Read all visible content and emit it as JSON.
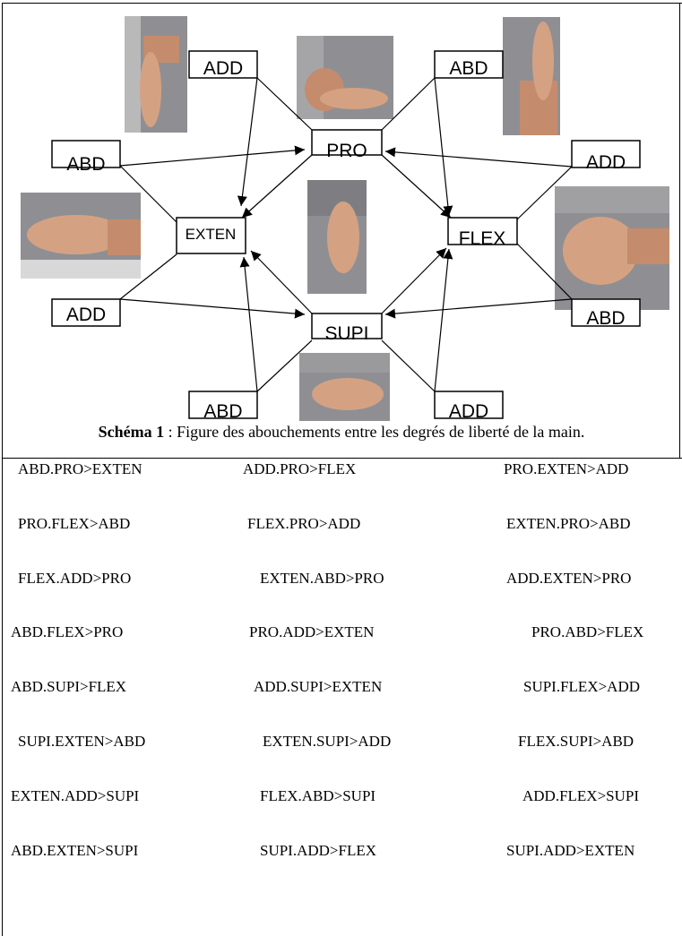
{
  "diagram": {
    "nodes": {
      "add_top_left": "ADD",
      "abd_top_right": "ABD",
      "pro": "PRO",
      "abd_mid_left": "ABD",
      "add_mid_right": "ADD",
      "exten": "EXTEN",
      "flex": "FLEX",
      "add_low_left": "ADD",
      "abd_low_right": "ABD",
      "supi": "SUPI",
      "abd_bottom_left": "ABD",
      "add_bottom_right": "ADD"
    },
    "photos": [
      "hand-adduction-photo",
      "hand-pronation-photo",
      "hand-abduction-photo",
      "hand-extension-photo",
      "hand-neutral-photo",
      "hand-flexion-photo",
      "hand-supination-photo"
    ]
  },
  "caption": {
    "label": "Schéma 1",
    "text": " : Figure des abouchements entre les degrés de liberté de la main."
  },
  "rules": [
    [
      "ABD.PRO>EXTEN",
      "ADD.PRO>FLEX",
      "PRO.EXTEN>ADD"
    ],
    [
      "PRO.FLEX>ABD",
      "FLEX.PRO>ADD",
      "EXTEN.PRO>ABD"
    ],
    [
      "FLEX.ADD>PRO",
      "EXTEN.ABD>PRO",
      "ADD.EXTEN>PRO"
    ],
    [
      "ABD.FLEX>PRO",
      "PRO.ADD>EXTEN",
      "PRO.ABD>FLEX"
    ],
    [
      "ABD.SUPI>FLEX",
      "ADD.SUPI>EXTEN",
      "SUPI.FLEX>ADD"
    ],
    [
      "SUPI.EXTEN>ABD",
      "EXTEN.SUPI>ADD",
      "FLEX.SUPI>ABD"
    ],
    [
      "EXTEN.ADD>SUPI",
      "FLEX.ABD>SUPI",
      "ADD.FLEX>SUPI"
    ],
    [
      "ABD.EXTEN>SUPI",
      "SUPI.ADD>FLEX",
      "SUPI.ADD>EXTEN"
    ]
  ]
}
